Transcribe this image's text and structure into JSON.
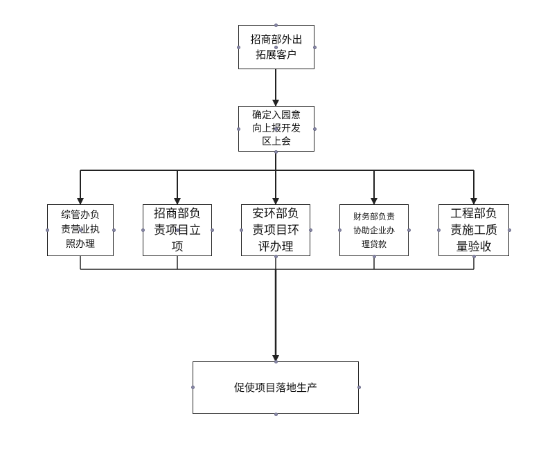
{
  "diagram": {
    "nodes": [
      {
        "id": "n1",
        "label": "招商部外出\n拓展客户"
      },
      {
        "id": "n2",
        "label": "确定入园意\n向上报开发\n区上会"
      },
      {
        "id": "n3",
        "label": "综管办负\n责营业执\n照办理"
      },
      {
        "id": "n4",
        "label": "招商部负\n责项目立\n项"
      },
      {
        "id": "n5",
        "label": "安环部负\n责项目环\n评办理"
      },
      {
        "id": "n6",
        "label": "财务部负责\n协助企业办\n理贷款"
      },
      {
        "id": "n7",
        "label": "工程部负\n责施工质\n量验收"
      },
      {
        "id": "n8",
        "label": "促使项目落地生产"
      }
    ],
    "edges": [
      {
        "from": "n1",
        "to": "n2"
      },
      {
        "from": "n2",
        "to": "n3"
      },
      {
        "from": "n2",
        "to": "n4"
      },
      {
        "from": "n2",
        "to": "n5"
      },
      {
        "from": "n2",
        "to": "n6"
      },
      {
        "from": "n2",
        "to": "n7"
      },
      {
        "from": "n3",
        "to": "n8"
      },
      {
        "from": "n4",
        "to": "n8"
      },
      {
        "from": "n5",
        "to": "n8"
      },
      {
        "from": "n6",
        "to": "n8"
      },
      {
        "from": "n7",
        "to": "n8"
      }
    ],
    "colors": {
      "stroke": "#222222",
      "handle": "#8a8aa8",
      "text": "#111111",
      "background": "#ffffff"
    }
  }
}
